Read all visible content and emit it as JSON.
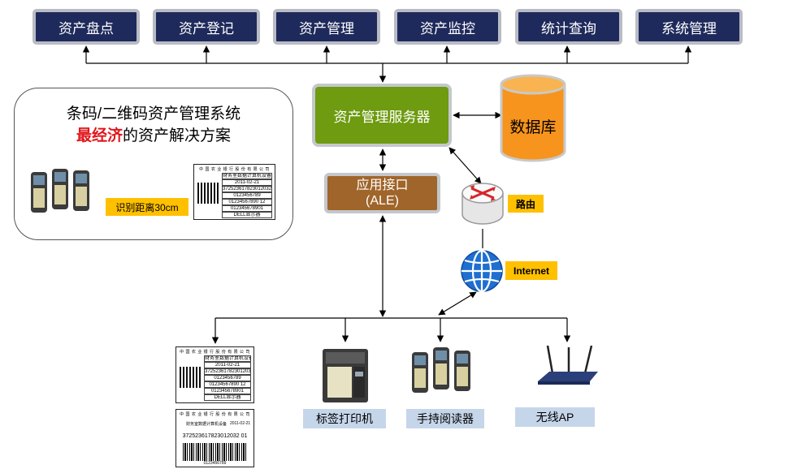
{
  "modules": [
    "资产盘点",
    "资产登记",
    "资产管理",
    "资产监控",
    "统计查询",
    "系统管理"
  ],
  "server": {
    "label": "资产管理服务器"
  },
  "database": {
    "label": "数据库"
  },
  "ale": {
    "line1": "应用接口",
    "line2": "(ALE)"
  },
  "router": {
    "label": "路由"
  },
  "internet": {
    "label": "Internet"
  },
  "promo": {
    "line1": "条码/二维码资产管理系统",
    "highlight": "最经济",
    "line2_rest": "的资产解决方案",
    "distance": "识别距离30cm"
  },
  "devices": {
    "printer": "标签打印机",
    "handheld": "手持阅读器",
    "ap": "无线AP"
  },
  "asset_label": {
    "company": "中 国 农 业 银 行 股 份 有 限 公 司",
    "department": "财务室数据计算机设备",
    "date": "2011-02-21",
    "asset_code": "3725236178230120320​1",
    "code1": "0123456789",
    "code2": "01234567890 12",
    "code3": "012345678901",
    "brand": "DELL显示器"
  },
  "barcode_label": {
    "company": "中 国 农 业 银 行 股 份 有 限 公 司",
    "department": "财务室数据计算机设备",
    "date": "2011-02-21",
    "number": "372523617823012032 01",
    "digits": "0123456789"
  },
  "colors": {
    "module_bg": "#1f2a5c",
    "server_bg": "#6e9b0f",
    "ale_bg": "#a0652a",
    "db": "#f7941d",
    "tag": "#ffc000",
    "caption": "#c6d6ea",
    "highlight": "#e0161b"
  }
}
